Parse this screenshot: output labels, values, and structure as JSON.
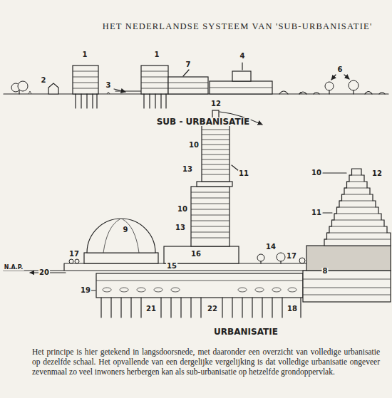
{
  "diagram": {
    "title": "HET NEDERLANDSE SYSTEEM VAN 'SUB-URBANISATIE'",
    "caption": "Het principe is hier getekend in langsdoorsnede, met daaronder een overzicht van volledige urbanisatie op dezelfde schaal. Het opvallende van een dergelijke vergelijking is dat volledige urbanisatie ongeveer zevenmaal zo veel inwoners herbergen kan als sub-urbanisatie op hetzelfde grondoppervlak.",
    "labels": [
      "2",
      "1",
      "3",
      "1",
      "7",
      "4",
      "6",
      "SUB - URBANISATIE",
      "12",
      "10",
      "13",
      "11",
      "10",
      "13",
      "16",
      "9",
      "17",
      "14",
      "17",
      "15",
      "20",
      "N.A.P.",
      "19",
      "21",
      "22",
      "18",
      "8",
      "12",
      "10",
      "11",
      "URBANISATIE"
    ]
  }
}
